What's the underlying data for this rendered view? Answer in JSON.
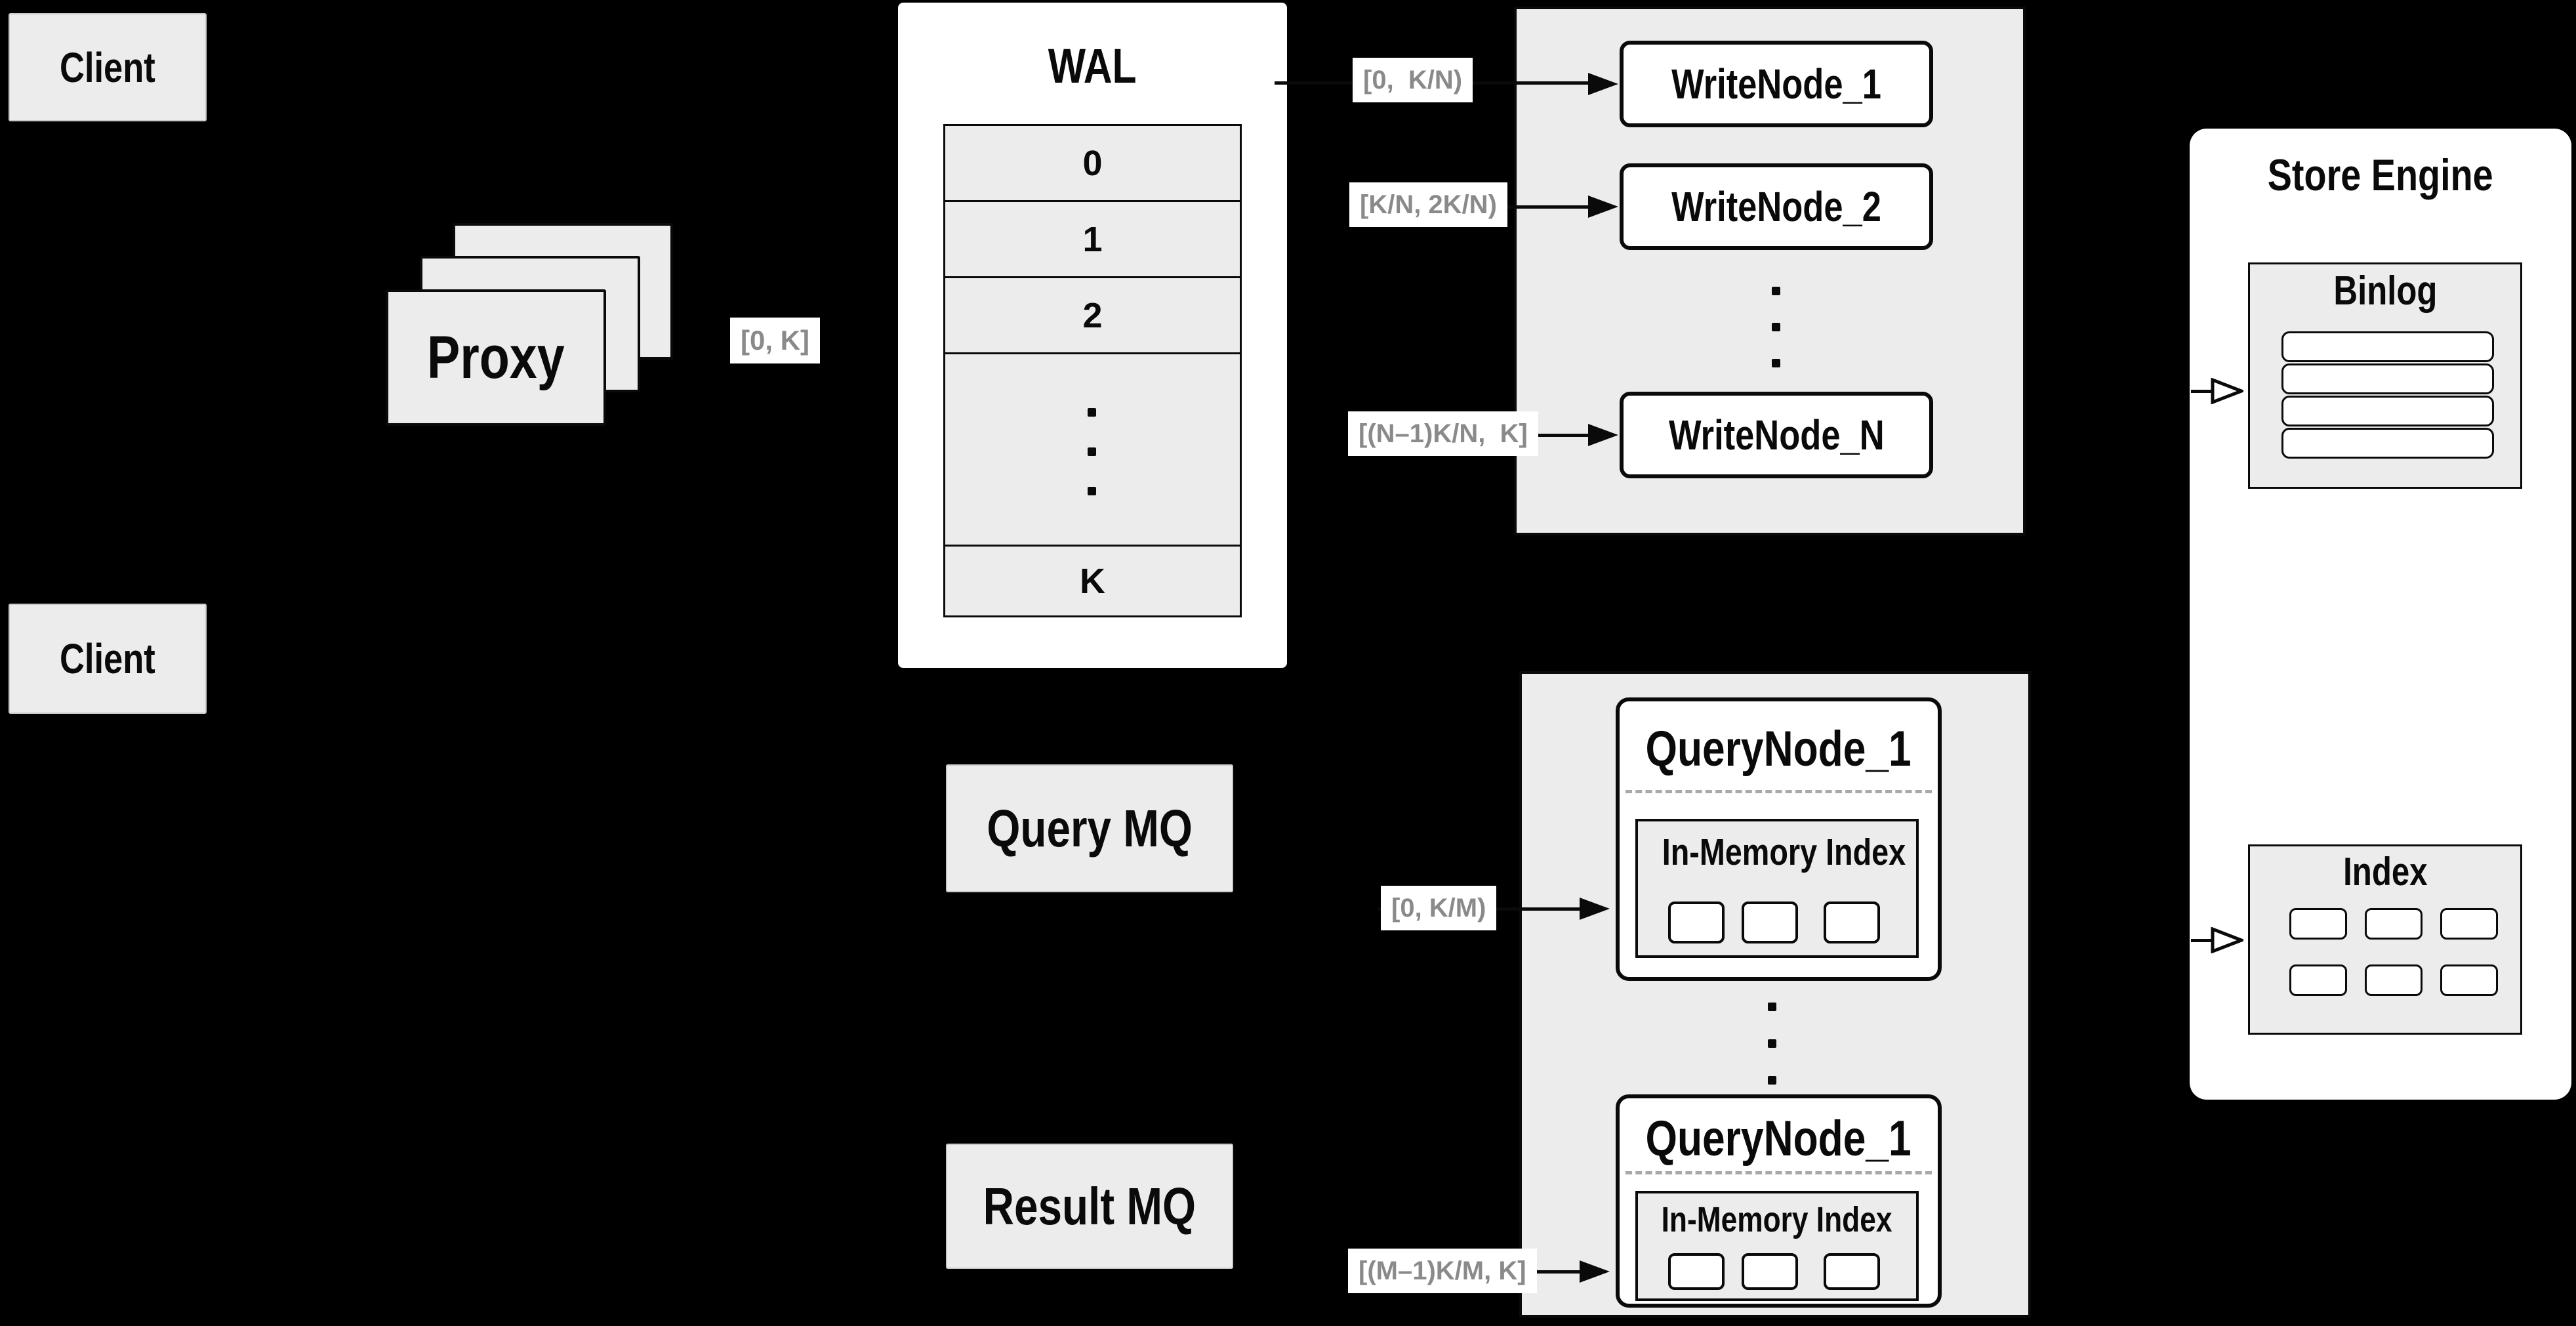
{
  "colors": {
    "background": "#000000",
    "surface_gray": "#ececec",
    "node_fill": "#ffffff",
    "line_black": "#0a0a0a",
    "label_text_gray": "#8a8a8a"
  },
  "clients": {
    "top": "Client",
    "bottom": "Client"
  },
  "proxy": {
    "label": "Proxy"
  },
  "wal": {
    "title": "WAL",
    "rows": [
      "0",
      "1",
      "2",
      "K"
    ]
  },
  "mq": {
    "query": "Query MQ",
    "result": "Result MQ"
  },
  "write_nodes": {
    "node_1": "WriteNode_1",
    "node_2": "WriteNode_2",
    "node_n": "WriteNode_N"
  },
  "query_nodes": {
    "node_1": "QueryNode_1",
    "node_2": "QueryNode_1",
    "in_memory_index": "In-Memory Index"
  },
  "store_engine": {
    "title": "Store Engine",
    "binlog": "Binlog",
    "index": "Index"
  },
  "edge_labels": {
    "proxy_out": "[0, K]",
    "write_1": "[0,  K/N)",
    "write_2": "[K/N, 2K/N)",
    "write_n": "[(N–1)K/N,  K]",
    "query_1": "[0, K/M)",
    "query_m": "[(M–1)K/M, K]"
  }
}
